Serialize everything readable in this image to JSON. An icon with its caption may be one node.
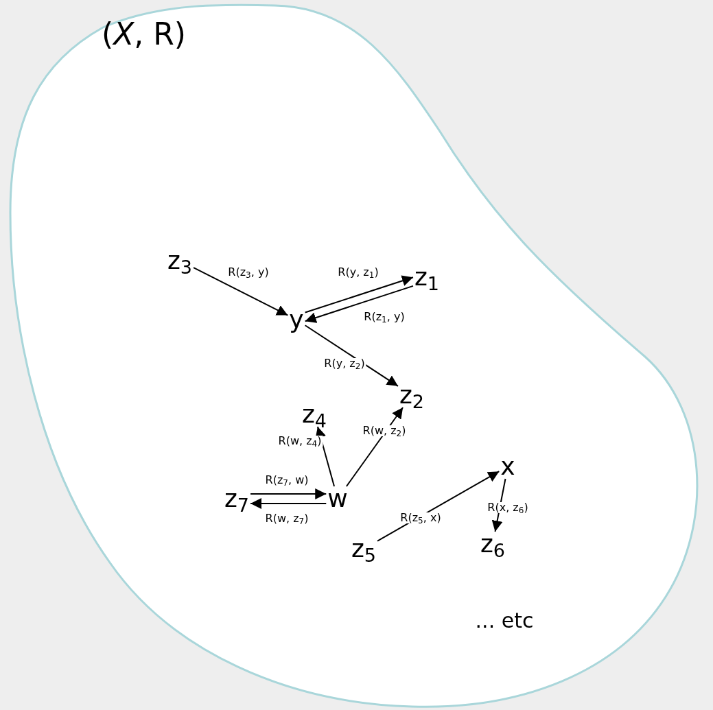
{
  "diagram": {
    "nodes": [
      {
        "text": [
          "(*X*, R)"
        ]
      },
      {
        "text": [
          "z$_{3}$"
        ],
        "in": 0
      },
      {
        "text": [
          "y"
        ],
        "in": 0
      },
      {
        "text": [
          "z$_{1}$"
        ],
        "in": 0
      },
      {
        "text": [
          "z$_{2}$"
        ],
        "in": 0
      },
      {
        "text": [
          "z$_{4}$"
        ],
        "in": 0
      },
      {
        "text": [
          "w"
        ],
        "in": 0
      },
      {
        "text": [
          "z$_{7}$"
        ],
        "in": 0
      },
      {
        "text": [
          "x"
        ],
        "in": 0
      },
      {
        "text": [
          "z$_{5}$"
        ],
        "in": 0
      },
      {
        "text": [
          "z$_{6}$"
        ],
        "in": 0
      }
    ],
    "edges": [
      {
        "from": 1,
        "to": 2,
        "arrow": "to",
        "label": "R(z$_{3}$, y)"
      },
      {
        "from": 2,
        "to": 3,
        "arrow": "to",
        "label": "R(y, z$_{1}$)"
      },
      {
        "from": 3,
        "to": 2,
        "arrow": "to",
        "label": "R(z$_{1}$, y)"
      },
      {
        "from": 2,
        "to": 4,
        "arrow": "to",
        "label": "R(y, z$_{2}$)"
      },
      {
        "from": 6,
        "to": 5,
        "arrow": "to",
        "label": "R(w, z$_{4}$)"
      },
      {
        "from": 6,
        "to": 4,
        "arrow": "to",
        "label": "R(w, z$_{2}$)"
      },
      {
        "from": 7,
        "to": 6,
        "arrow": "to",
        "label": "R(z$_{7}$, w)"
      },
      {
        "from": 6,
        "to": 7,
        "arrow": "to",
        "label": "R(w, z$_{7}$)"
      },
      {
        "from": 9,
        "to": 8,
        "arrow": "to",
        "label": "R(z$_{5}$, x)"
      },
      {
        "from": 8,
        "to": 10,
        "arrow": "to",
        "label": "R(x, z$_{6}$)"
      }
    ],
    "labels": [
      "... etc"
    ]
  }
}
